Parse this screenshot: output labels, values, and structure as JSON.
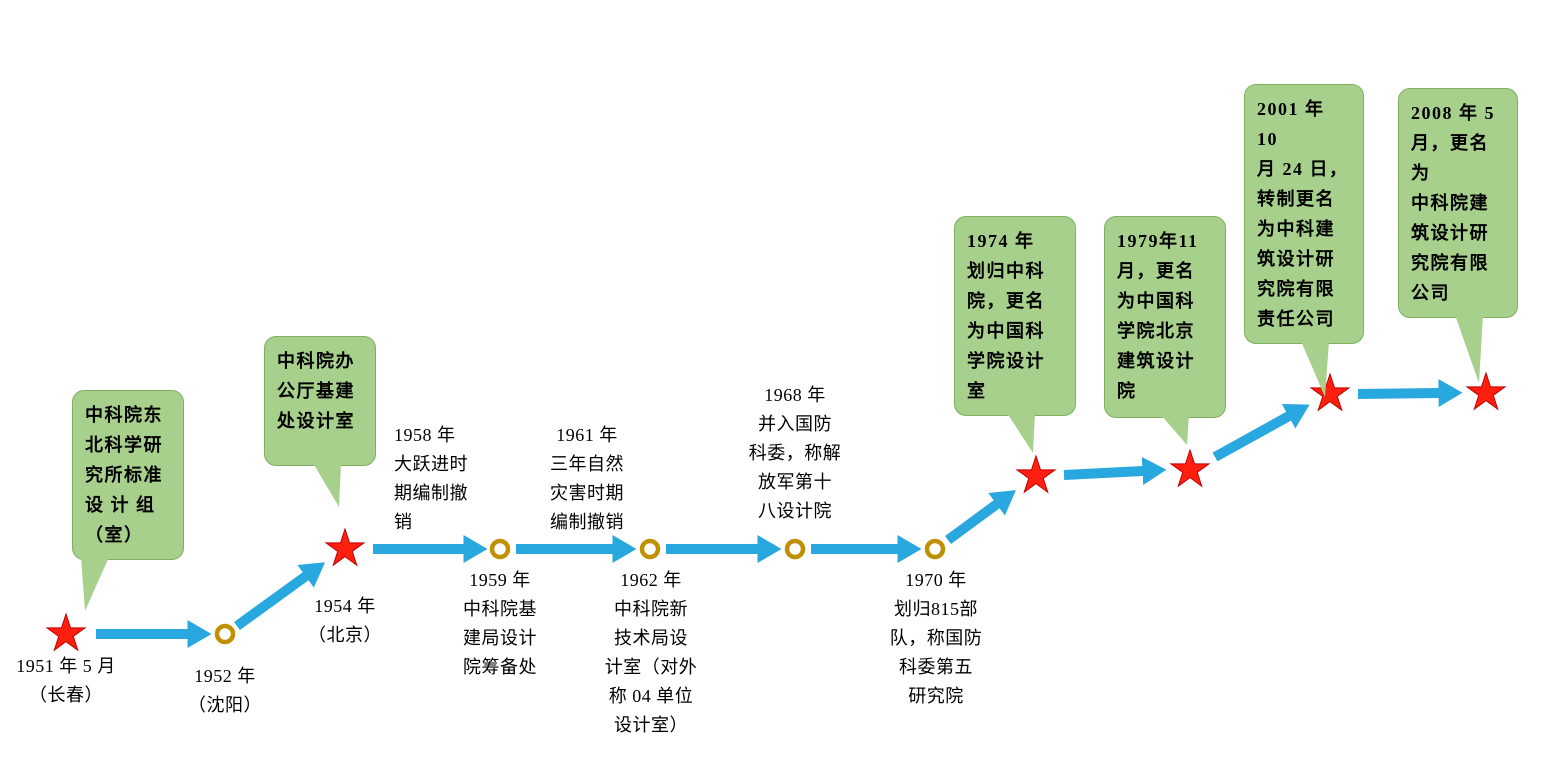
{
  "colors": {
    "background": "#FFFFFF",
    "arrow": "#29A7DF",
    "star_fill": "#FF1F0F",
    "star_stroke": "#C00000",
    "node_ring": "#BF9000",
    "node_fill": "#FFFFFF",
    "bubble_fill": "#A7D08C",
    "bubble_border": "#7FAF60",
    "text": "#000000"
  },
  "milestones": [
    {
      "year": "1951",
      "marker": "star",
      "caption": "1951 年 5 月\n（长春）",
      "callout": "中科院东\n北科学研\n究所标准\n设 计 组\n（室）"
    },
    {
      "year": "1952",
      "marker": "ring",
      "caption": "1952 年\n（沈阳）"
    },
    {
      "year": "1954",
      "marker": "star",
      "caption": "1954 年\n（北京）",
      "callout": "中科院办\n公厅基建\n处设计室"
    },
    {
      "year": "1959",
      "marker": "ring",
      "caption": "1959 年\n中科院基\n建局设计\n院筹备处"
    },
    {
      "year": "1962",
      "marker": "ring",
      "caption": "1962 年\n中科院新\n技术局设\n计室（对外\n称 04 单位\n设计室）"
    },
    {
      "year": "1968",
      "marker": "ring",
      "caption": "1968 年\n并入国防\n科委，称解\n放军第十\n八设计院"
    },
    {
      "year": "1970",
      "marker": "ring",
      "caption": "1970 年\n划归815部\n队，称国防\n科委第五\n研究院"
    },
    {
      "year": "1974",
      "marker": "star",
      "callout": "1974 年\n划归中科\n院，更名\n为中国科\n学院设计\n室"
    },
    {
      "year": "1979",
      "marker": "star",
      "callout": "1979年11\n月，更名\n为中国科\n学院北京\n建筑设计\n院"
    },
    {
      "year": "2001",
      "marker": "star",
      "callout": "2001 年 10\n月 24 日，\n转制更名\n为中科建\n筑设计研\n究院有限\n责任公司"
    },
    {
      "year": "2008",
      "marker": "star",
      "callout": "2008 年 5\n月，更名为\n中科院建\n筑设计研\n究院有限\n公司"
    }
  ],
  "segment_notes": [
    {
      "between": "1954-1959",
      "text": "1958 年\n大跃进时\n期编制撤\n销"
    },
    {
      "between": "1959-1962",
      "text": "1961 年\n三年自然\n灾害时期\n编制撤销"
    }
  ]
}
